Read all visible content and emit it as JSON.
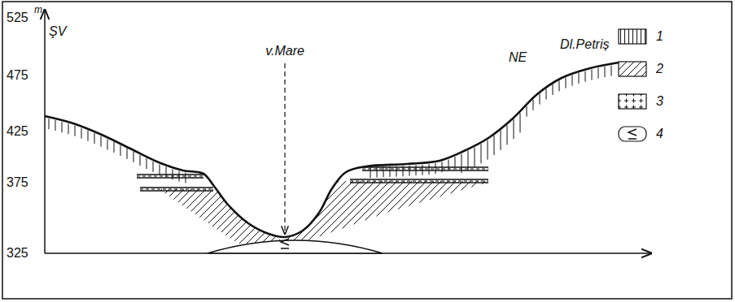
{
  "diagram": {
    "labels": [
      "525",
      "m",
      "475",
      "425",
      "375",
      "325",
      "ŞV",
      "NE",
      "Dl.Petriș",
      "v.Mare"
    ],
    "legend": [
      {
        "text": "1"
      },
      {
        "text": "2"
      },
      {
        "text": "3"
      },
      {
        "text": "4"
      }
    ]
  }
}
